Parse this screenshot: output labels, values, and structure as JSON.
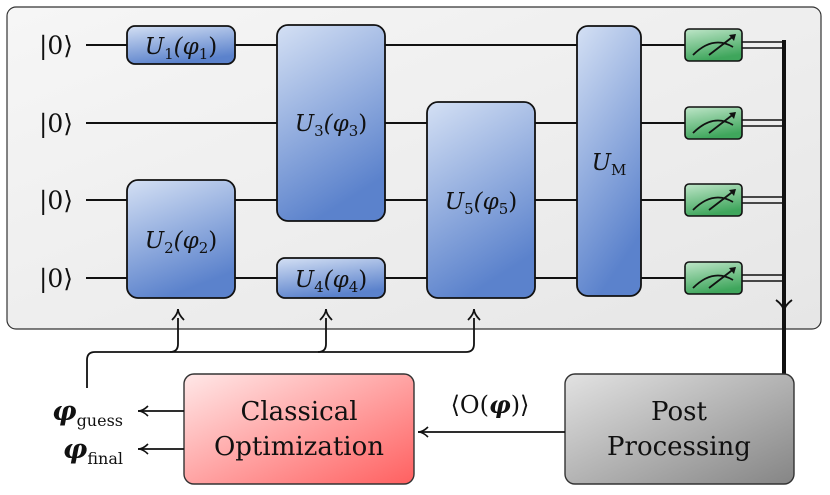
{
  "qubits": [
    {
      "label": "|0⟩"
    },
    {
      "label": "|0⟩"
    },
    {
      "label": "|0⟩"
    },
    {
      "label": "|0⟩"
    }
  ],
  "gates": {
    "u1": {
      "name": "U",
      "sub": "1",
      "arg": "(φ",
      "argsub": "1",
      "close": ")"
    },
    "u2": {
      "name": "U",
      "sub": "2",
      "arg": "(φ",
      "argsub": "2",
      "close": ")"
    },
    "u3": {
      "name": "U",
      "sub": "3",
      "arg": "(φ",
      "argsub": "3",
      "close": ")"
    },
    "u4": {
      "name": "U",
      "sub": "4",
      "arg": "(φ",
      "argsub": "4",
      "close": ")"
    },
    "u5": {
      "name": "U",
      "sub": "5",
      "arg": "(φ",
      "argsub": "5",
      "close": ")"
    },
    "um": {
      "name": "U",
      "sub": "M"
    }
  },
  "classical_optimization": {
    "line1": "Classical",
    "line2": "Optimization"
  },
  "post_processing": {
    "line1": "Post",
    "line2": "Processing"
  },
  "expectation": {
    "label": "⟨O(",
    "phi": "φ",
    "close": ")⟩"
  },
  "outputs": {
    "guess": {
      "phi": "φ",
      "sub": "guess"
    },
    "final": {
      "phi": "φ",
      "sub": "final"
    }
  },
  "colors": {
    "gate_top": "#d4e0f4",
    "gate_bottom": "#5b82cc",
    "meter_top": "#bfe6c9",
    "meter_bottom": "#3fa65c",
    "classical_top": "#ffe3e3",
    "classical_bottom": "#ff6a6a",
    "post_top": "#dcdcdc",
    "post_bottom": "#8a8a8a",
    "panel": "#ededed"
  }
}
